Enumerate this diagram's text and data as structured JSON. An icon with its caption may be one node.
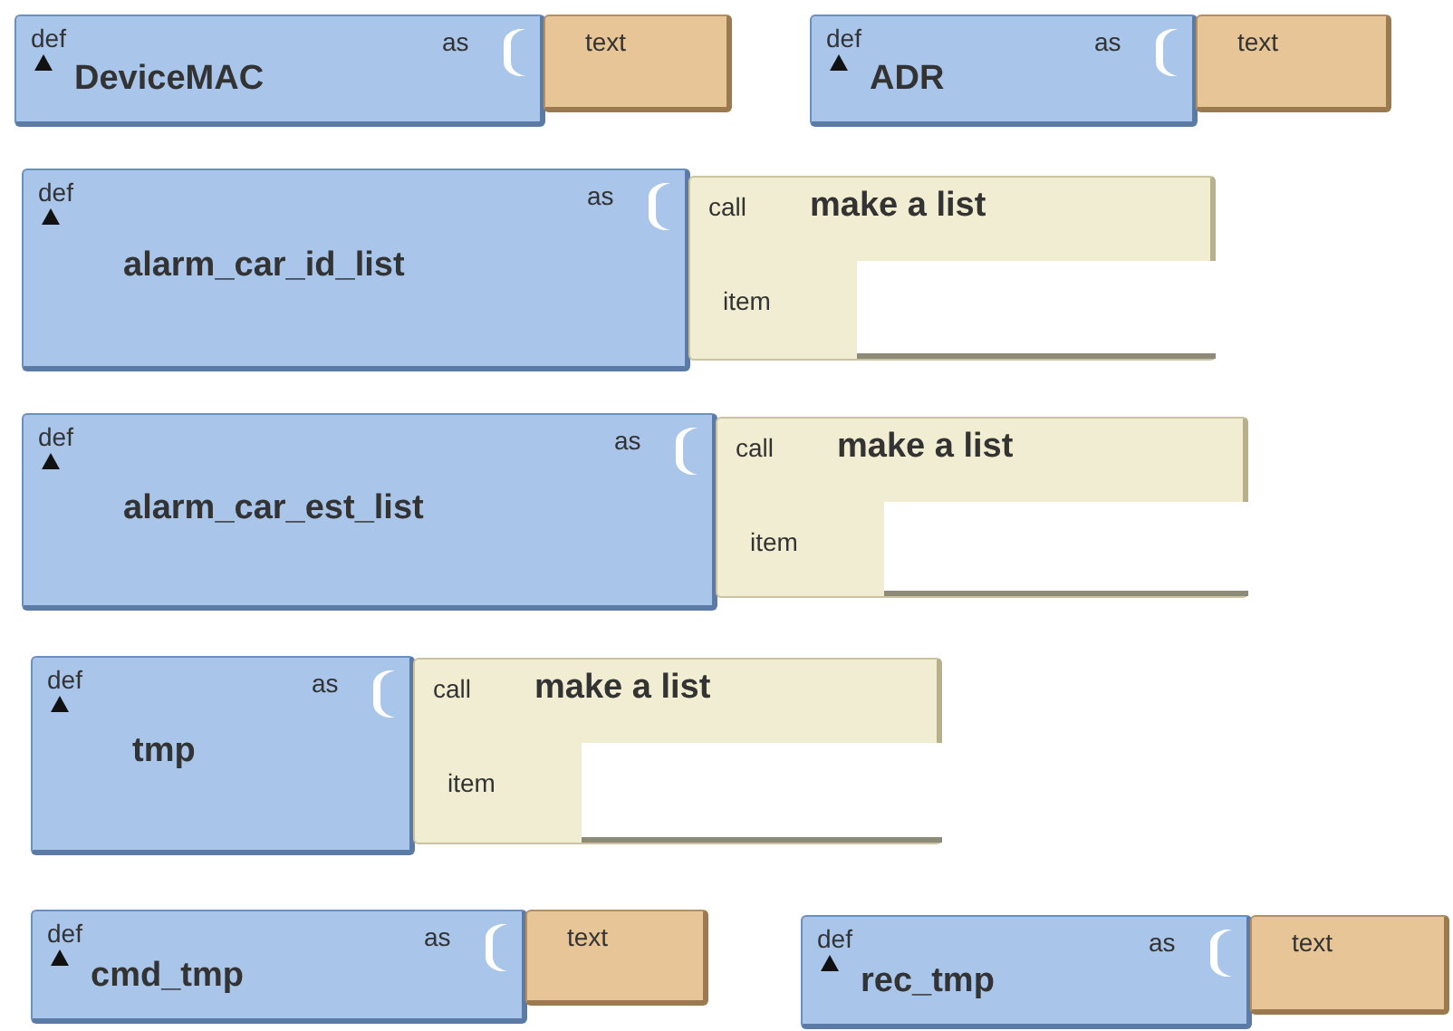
{
  "diagram": {
    "nodes": [
      {
        "text": [
          "def",
          "DeviceMAC",
          "as"
        ]
      },
      {
        "text": [
          "text"
        ]
      },
      {
        "text": [
          "def",
          "ADR",
          "as"
        ]
      },
      {
        "text": [
          "text"
        ]
      },
      {
        "text": [
          "def",
          "alarm_car_id_list",
          "as"
        ]
      },
      {
        "text": [
          "call",
          "make a list",
          "item"
        ]
      },
      {
        "text": [
          "def",
          "alarm_car_est_list",
          "as"
        ]
      },
      {
        "text": [
          "call",
          "make a list",
          "item"
        ]
      },
      {
        "text": [
          "def",
          "tmp",
          "as"
        ]
      },
      {
        "text": [
          "call",
          "make a list",
          "item"
        ]
      },
      {
        "text": [
          "def",
          "cmd_tmp",
          "as"
        ]
      },
      {
        "text": [
          "text"
        ]
      },
      {
        "text": [
          "def",
          "rec_tmp",
          "as"
        ]
      },
      {
        "text": [
          "text"
        ]
      }
    ]
  }
}
